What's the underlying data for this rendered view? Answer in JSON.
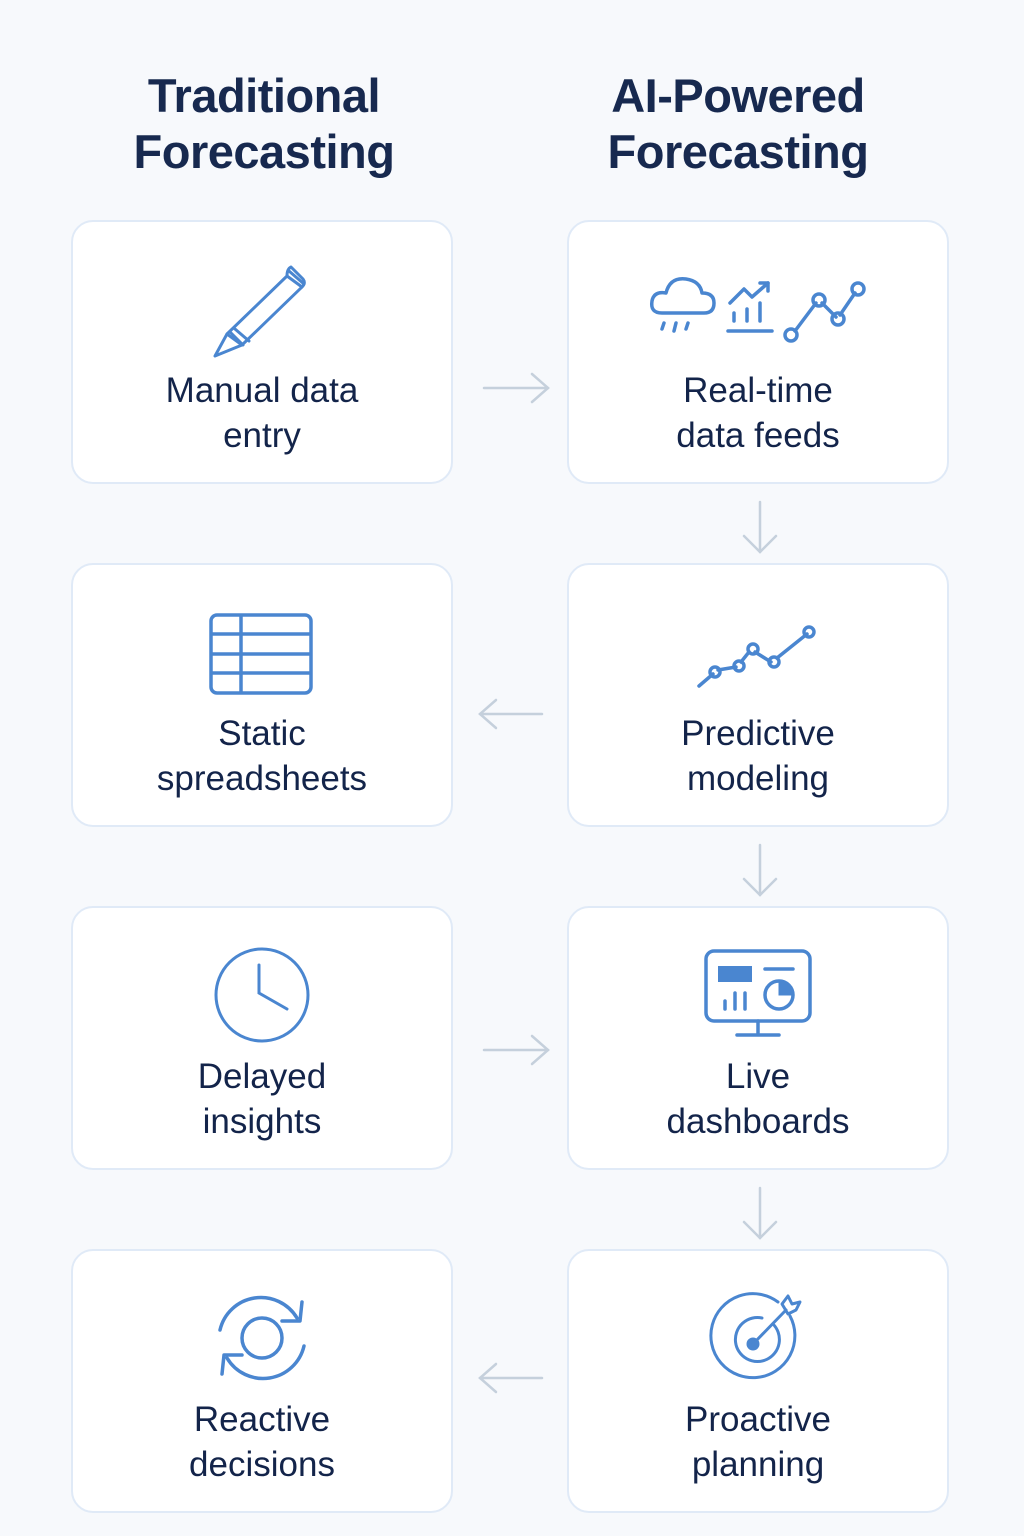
{
  "columns": {
    "traditional": {
      "title_line1": "Traditional",
      "title_line2": "Forecasting"
    },
    "ai": {
      "title_line1": "AI-Powered",
      "title_line2": "Forecasting"
    }
  },
  "traditional_steps": [
    {
      "line1": "Manual data",
      "line2": "entry",
      "icon": "pencil-icon"
    },
    {
      "line1": "Static",
      "line2": "spreadsheets",
      "icon": "spreadsheet-icon"
    },
    {
      "line1": "Delayed",
      "line2": "insights",
      "icon": "clock-icon"
    },
    {
      "line1": "Reactive",
      "line2": "decisions",
      "icon": "refresh-cycle-icon"
    }
  ],
  "ai_steps": [
    {
      "line1": "Real-time",
      "line2": "data feeds",
      "icon": "weather-chart-data-icons"
    },
    {
      "line1": "Predictive",
      "line2": "modeling",
      "icon": "line-chart-icon"
    },
    {
      "line1": "Live",
      "line2": "dashboards",
      "icon": "dashboard-monitor-icon"
    },
    {
      "line1": "Proactive",
      "line2": "planning",
      "icon": "target-arrow-icon"
    }
  ],
  "colors": {
    "background": "#f7f9fc",
    "title": "#17294f",
    "text": "#13244a",
    "icon": "#4a86d0",
    "card_border": "#e0eaf7",
    "arrow": "#c5d0dc"
  }
}
